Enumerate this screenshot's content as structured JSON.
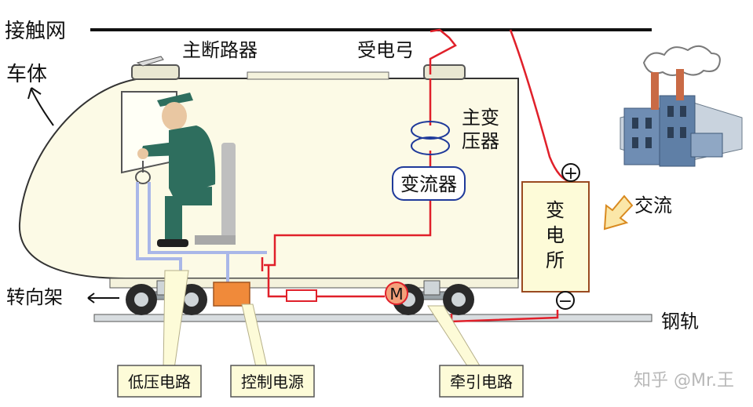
{
  "labels": {
    "catenary": "接触网",
    "car_body": "车体",
    "main_breaker": "主断路器",
    "pantograph": "受电弓",
    "main_transformer_line1": "主变",
    "main_transformer_line2": "压器",
    "converter": "变流器",
    "bogie": "转向架",
    "ac": "交流",
    "rail": "钢轨",
    "substation_1": "变",
    "substation_2": "电",
    "substation_3": "所",
    "plus": "+",
    "minus": "−",
    "motor": "M",
    "low_voltage_circuit": "低压电路",
    "control_power": "控制电源",
    "traction_circuit": "牵引电路"
  },
  "watermark": "知乎 @Mr.王",
  "colors": {
    "body_fill": "#fcfae6",
    "circuit_red": "#e0202a",
    "low_voltage_blue": "#a9b7e8",
    "driver_green": "#2e6e5e",
    "callout_fill": "#fdfbd8",
    "control_orange": "#f08a3a",
    "factory_blue": "#5f7fa6"
  },
  "icons": [
    "driver-figure",
    "factory-icon",
    "smoke-cloud-icon",
    "wheel-icon",
    "motor-icon"
  ]
}
